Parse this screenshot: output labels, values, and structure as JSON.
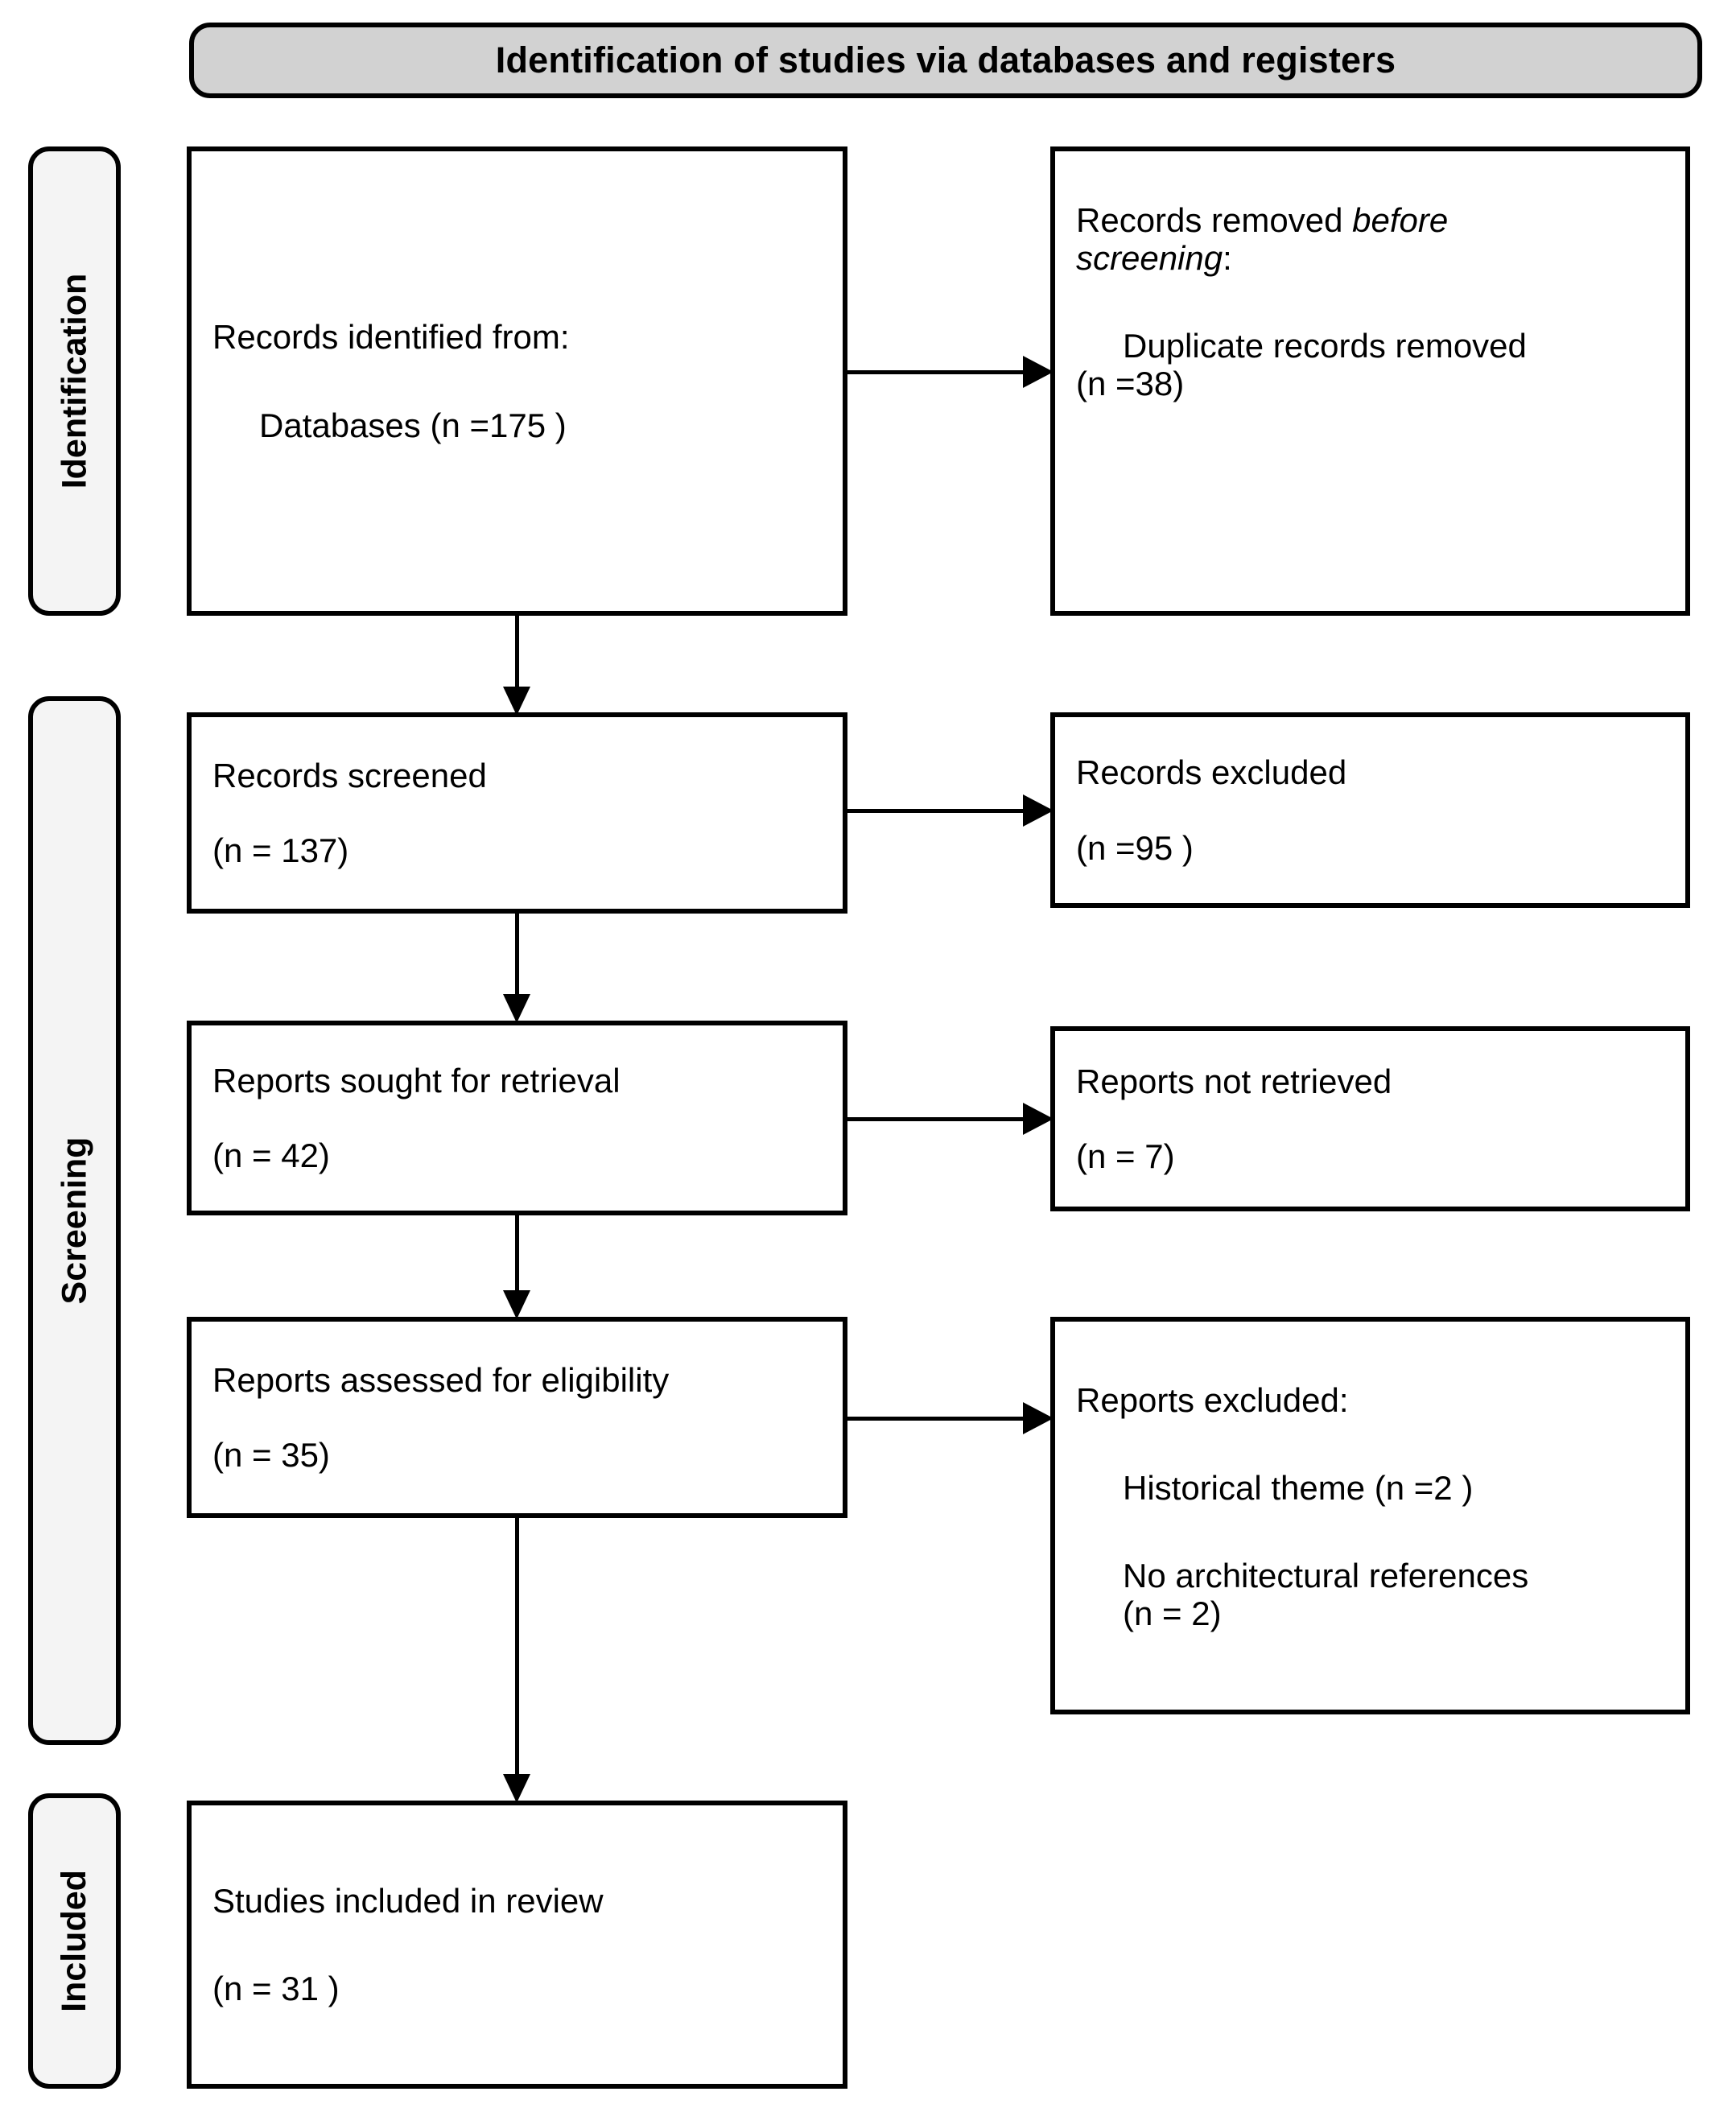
{
  "header": {
    "title": "Identification of studies via databases and registers"
  },
  "stages": [
    {
      "id": "identification",
      "label": "Identification"
    },
    {
      "id": "screening",
      "label": "Screening"
    },
    {
      "id": "included",
      "label": "Included"
    }
  ],
  "boxes": {
    "records_identified": {
      "line1": "Records identified from:",
      "line2": "Databases (n =175 )"
    },
    "records_removed": {
      "line1_plain": "Records removed ",
      "line1_italic": "before",
      "line2_italic": "screening",
      "line2_plain": ":",
      "line3": "Duplicate records removed",
      "line4": "(n =38)"
    },
    "records_screened": {
      "line1": "Records screened",
      "line2": "(n = 137)"
    },
    "records_excluded": {
      "line1": "Records excluded",
      "line2": "(n =95 )"
    },
    "reports_sought": {
      "line1": "Reports sought for retrieval",
      "line2": "(n = 42)"
    },
    "reports_not_retrieved": {
      "line1": "Reports not retrieved",
      "line2": "(n = 7)"
    },
    "reports_assessed": {
      "line1": "Reports assessed for eligibility",
      "line2": "(n = 35)"
    },
    "reports_excluded": {
      "line1": "Reports excluded:",
      "line2": "Historical theme (n =2 )",
      "line3": "No architectural references",
      "line4": "(n = 2)"
    },
    "studies_included": {
      "line1": "Studies included in review",
      "line2": "(n = 31 )"
    }
  },
  "chart_data": {
    "type": "diagram",
    "title": "Identification of studies via databases and registers",
    "nodes": [
      {
        "id": "records_identified",
        "stage": "Identification",
        "column": "left",
        "label": "Records identified from: Databases",
        "n": 175
      },
      {
        "id": "records_removed",
        "stage": "Identification",
        "column": "right",
        "label": "Records removed before screening: Duplicate records removed",
        "n": 38
      },
      {
        "id": "records_screened",
        "stage": "Screening",
        "column": "left",
        "label": "Records screened",
        "n": 137
      },
      {
        "id": "records_excluded",
        "stage": "Screening",
        "column": "right",
        "label": "Records excluded",
        "n": 95
      },
      {
        "id": "reports_sought",
        "stage": "Screening",
        "column": "left",
        "label": "Reports sought for retrieval",
        "n": 42
      },
      {
        "id": "reports_not_retrieved",
        "stage": "Screening",
        "column": "right",
        "label": "Reports not retrieved",
        "n": 7
      },
      {
        "id": "reports_assessed",
        "stage": "Screening",
        "column": "left",
        "label": "Reports assessed for eligibility",
        "n": 35
      },
      {
        "id": "reports_excluded",
        "stage": "Screening",
        "column": "right",
        "label": "Reports excluded",
        "reasons": [
          {
            "label": "Historical theme",
            "n": 2
          },
          {
            "label": "No architectural references",
            "n": 2
          }
        ]
      },
      {
        "id": "studies_included",
        "stage": "Included",
        "column": "left",
        "label": "Studies included in review",
        "n": 31
      }
    ],
    "edges": [
      {
        "from": "records_identified",
        "to": "records_removed",
        "direction": "right"
      },
      {
        "from": "records_identified",
        "to": "records_screened",
        "direction": "down"
      },
      {
        "from": "records_screened",
        "to": "records_excluded",
        "direction": "right"
      },
      {
        "from": "records_screened",
        "to": "reports_sought",
        "direction": "down"
      },
      {
        "from": "reports_sought",
        "to": "reports_not_retrieved",
        "direction": "right"
      },
      {
        "from": "reports_sought",
        "to": "reports_assessed",
        "direction": "down"
      },
      {
        "from": "reports_assessed",
        "to": "reports_excluded",
        "direction": "right"
      },
      {
        "from": "reports_assessed",
        "to": "studies_included",
        "direction": "down"
      }
    ],
    "colors": {
      "banner": "#d2d2d2",
      "stage_tab": "#f4f4f4",
      "box": "#ffffff",
      "stroke": "#000000"
    }
  }
}
